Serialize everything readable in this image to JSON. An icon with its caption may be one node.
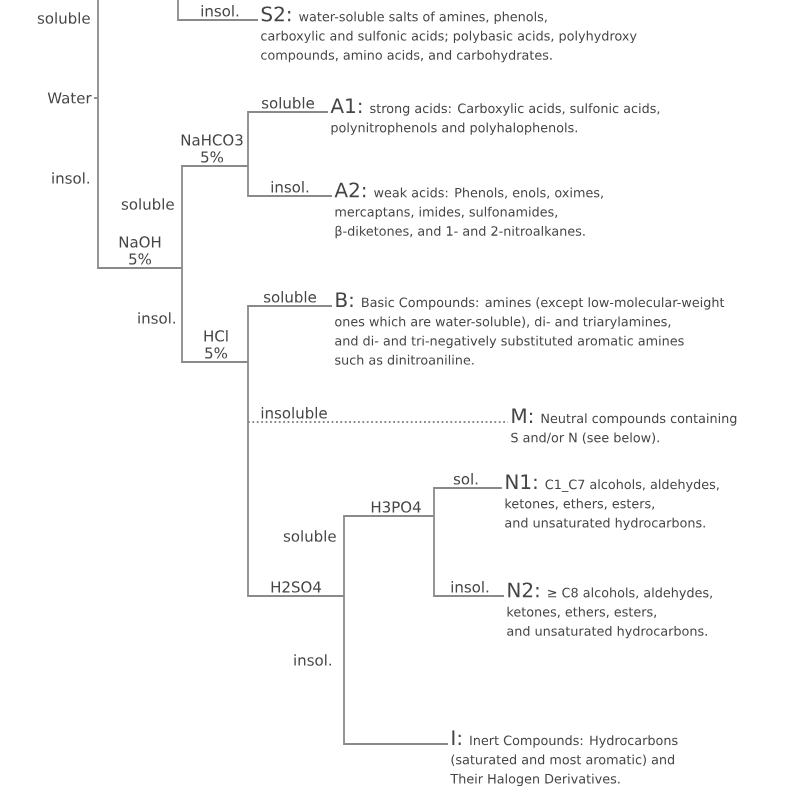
{
  "diagram": {
    "nodes": [
      {
        "text": [
          "S2:",
          "water-soluble salts of amines, phenols, carboxylic and sulfonic acids; polybasic acids, polyhydroxy compounds, amino acids, and carbohydrates."
        ]
      },
      {
        "text": [
          "Water"
        ]
      },
      {
        "text": [
          "A1:",
          "strong acids: Carboxylic acids, sulfonic acids, polynitrophenols and polyhalophenols."
        ]
      },
      {
        "text": [
          "NaHCO3 5%"
        ]
      },
      {
        "text": [
          "A2:",
          "weak acids: Phenols, enols, oximes, mercaptans, imides, sulfonamides, β-diketones, and 1- and 2-nitroalkanes."
        ]
      },
      {
        "text": [
          "NaOH 5%"
        ]
      },
      {
        "text": [
          "B:",
          "Basic Compounds: amines (except low-molecular-weight ones which are water-soluble), di- and triarylamines, and di- and tri-negatively substituted aromatic amines such as dinitroaniline."
        ]
      },
      {
        "text": [
          "HCl 5%"
        ]
      },
      {
        "text": [
          "M:",
          "Neutral compounds containing S and/or N (see below)."
        ]
      },
      {
        "text": [
          "N1:",
          "C1_C7 alcohols, aldehydes, ketones, ethers, esters, and unsaturated hydrocarbons."
        ]
      },
      {
        "text": [
          "H3PO4"
        ]
      },
      {
        "text": [
          "H2SO4"
        ]
      },
      {
        "text": [
          "N2:",
          "≥ C8 alcohols, aldehydes, ketones, ethers, esters, and unsaturated hydrocarbons."
        ]
      },
      {
        "text": [
          "I:",
          "Inert Compounds: Hydrocarbons (saturated and most aromatic) and Their Halogen Derivatives."
        ]
      }
    ],
    "edges": [
      {
        "from": null,
        "to": 0,
        "arrow": "none",
        "label": "insol."
      },
      {
        "from": 1,
        "to": null,
        "arrow": "none",
        "label": "soluble"
      },
      {
        "from": 1,
        "to": 5,
        "arrow": "none",
        "label": "insol."
      },
      {
        "from": 5,
        "to": 3,
        "arrow": "none",
        "label": "soluble"
      },
      {
        "from": 5,
        "to": 7,
        "arrow": "none",
        "label": "insol."
      },
      {
        "from": 3,
        "to": 2,
        "arrow": "none",
        "label": "soluble"
      },
      {
        "from": 3,
        "to": 4,
        "arrow": "none",
        "label": "insol."
      },
      {
        "from": 7,
        "to": 6,
        "arrow": "none",
        "label": "soluble"
      },
      {
        "from": 7,
        "to": 8,
        "arrow": "none",
        "label": "insoluble",
        "style": "dashed"
      },
      {
        "from": 7,
        "to": 11,
        "arrow": "none"
      },
      {
        "from": 11,
        "to": 10,
        "arrow": "none",
        "label": "soluble"
      },
      {
        "from": 11,
        "to": 13,
        "arrow": "none",
        "label": "insol."
      },
      {
        "from": 10,
        "to": 9,
        "arrow": "none",
        "label": "sol."
      },
      {
        "from": 10,
        "to": 12,
        "arrow": "none",
        "label": "insol."
      }
    ]
  }
}
